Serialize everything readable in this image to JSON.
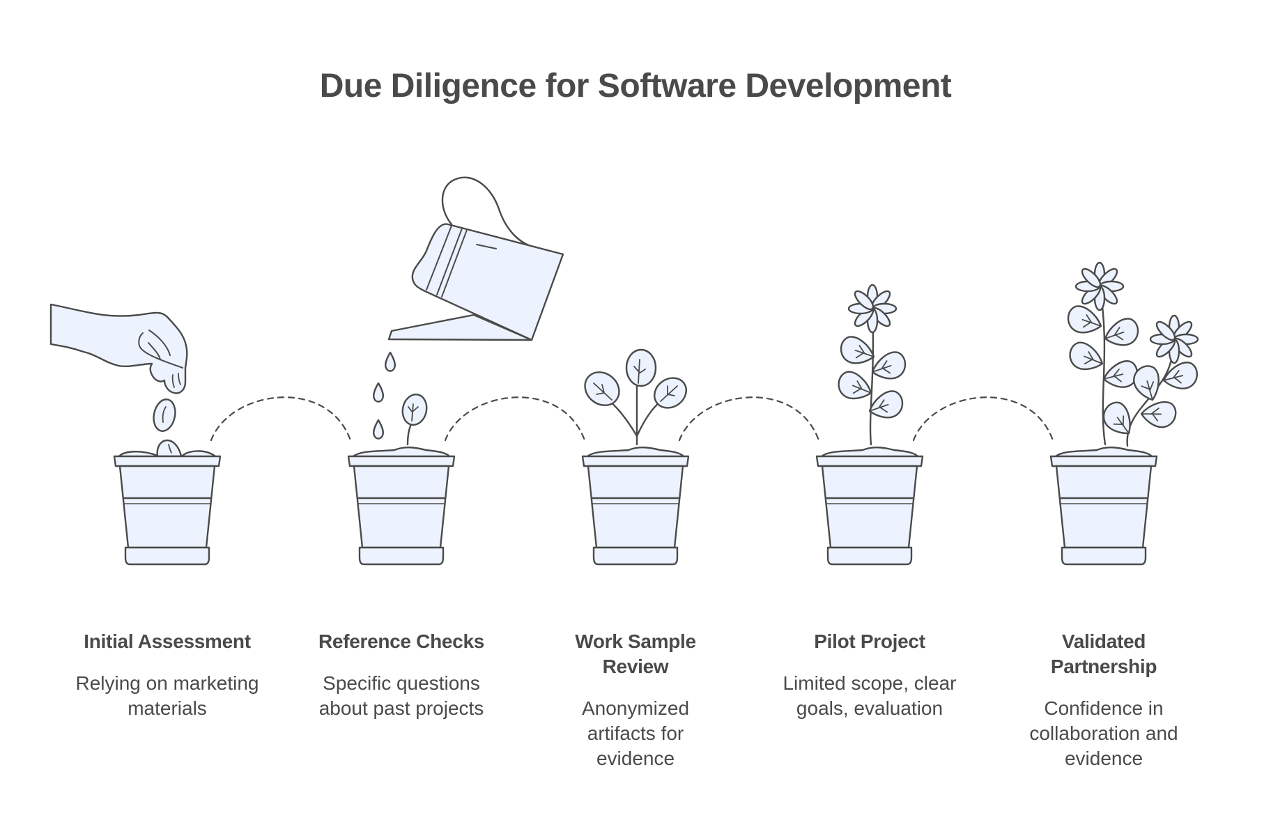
{
  "title": "Due Diligence for Software Development",
  "colors": {
    "stroke": "#4a4a4a",
    "fill": "#edf3fe",
    "text": "#4a4a4a",
    "background": "#ffffff"
  },
  "stages": [
    {
      "heading": "Initial Assessment",
      "description": "Relying on marketing materials",
      "illustration": "hand-dropping-seeds"
    },
    {
      "heading": "Reference Checks",
      "description": "Specific questions about past projects",
      "illustration": "watering-can-sprout"
    },
    {
      "heading": "Work Sample Review",
      "description": "Anonymized artifacts for evidence",
      "illustration": "seedling"
    },
    {
      "heading": "Pilot Project",
      "description": "Limited scope, clear goals, evaluation",
      "illustration": "flowering-plant"
    },
    {
      "heading": "Validated Partnership",
      "description": "Confidence in collaboration and evidence",
      "illustration": "full-flowering-plant"
    }
  ]
}
